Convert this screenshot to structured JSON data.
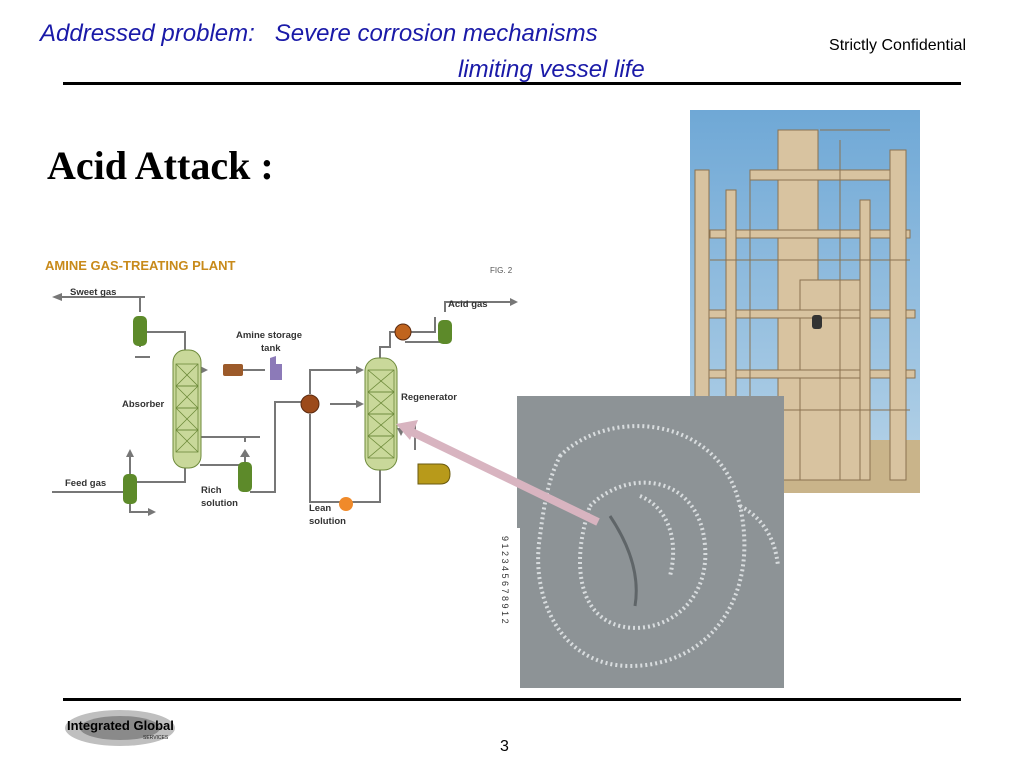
{
  "header": {
    "title_line1": "Addressed problem:   Severe corrosion mechanisms",
    "title_line2": "limiting vessel life",
    "confidential": "Strictly Confidential"
  },
  "slide": {
    "heading": "Acid Attack :",
    "page_number": "3"
  },
  "diagram": {
    "title": "AMINE GAS-TREATING PLANT",
    "fig": "FIG. 2",
    "labels": {
      "sweet_gas": "Sweet gas",
      "acid_gas": "Acid gas",
      "amine_storage_1": "Amine storage",
      "amine_storage_2": "tank",
      "absorber": "Absorber",
      "regenerator": "Regenerator",
      "feed_gas": "Feed gas",
      "rich_1": "Rich",
      "rich_2": "solution",
      "lean_1": "Lean",
      "lean_2": "solution"
    }
  },
  "logo": {
    "text": "Integrated Global",
    "sub": "SERVICES"
  },
  "colors": {
    "title_blue": "#1a1aa8",
    "diagram_heading": "#c88a1a",
    "column_green": "#c9d89a",
    "equipment_green": "#5d8a2a",
    "pipe_gray": "#777777"
  }
}
